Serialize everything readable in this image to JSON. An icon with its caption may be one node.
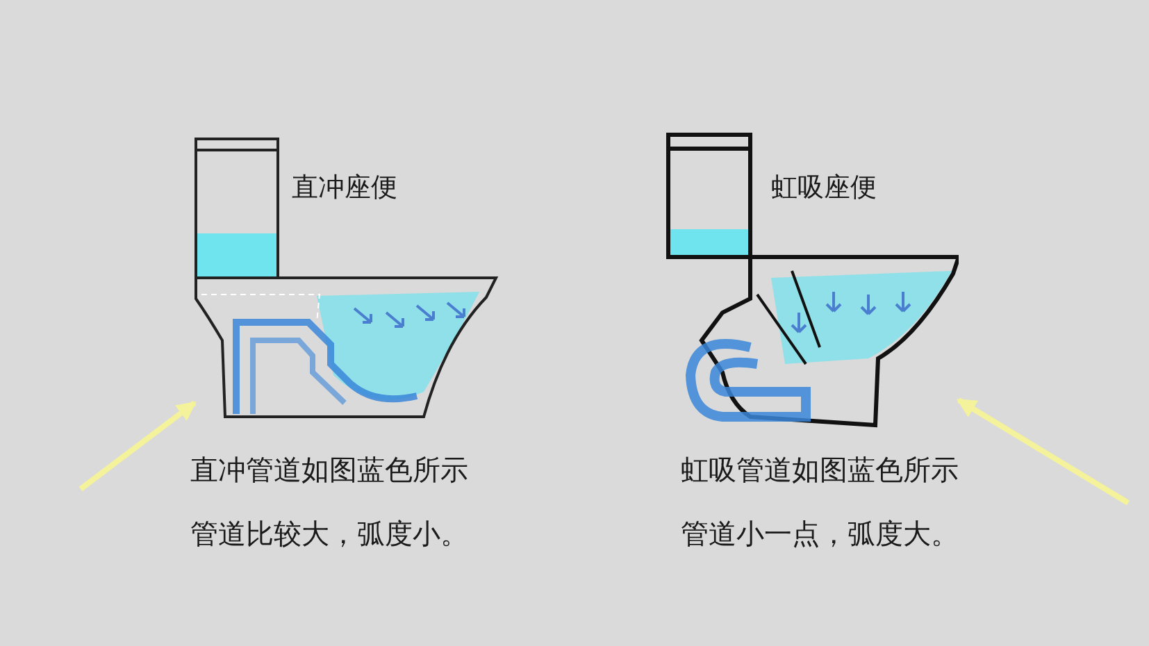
{
  "diagram": {
    "nodes": [
      {
        "text": [],
        "shape": "picture"
      },
      {
        "text": [],
        "shape": "picture"
      }
    ],
    "edges": [
      {
        "from": null,
        "to": 0,
        "arrow": "to"
      },
      {
        "from": null,
        "to": 1,
        "arrow": "to"
      }
    ],
    "labels": [
      "直冲座便",
      "虹吸座便",
      "直冲管道如图蓝色所示",
      "管道比较大，弧度小。",
      "虹吸管道如图蓝色所示",
      "管道小一点，弧度大。"
    ]
  }
}
